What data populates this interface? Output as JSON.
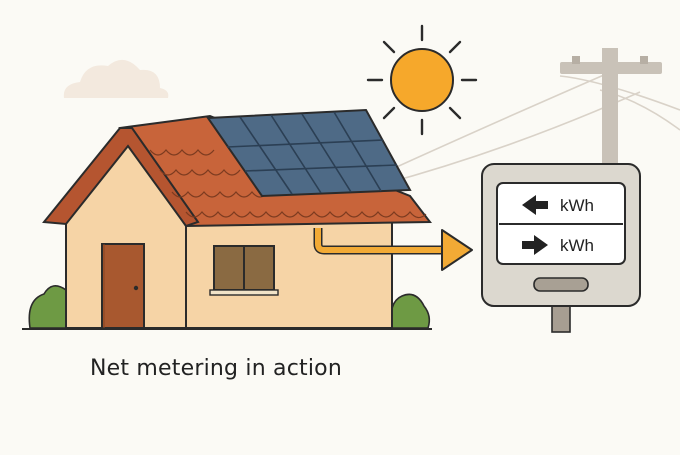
{
  "caption": "Net metering in action",
  "meter": {
    "import_label": "kWh",
    "export_label": "kWh",
    "import_arrow_icon": "arrow-left-icon",
    "export_arrow_icon": "arrow-right-icon"
  },
  "colors": {
    "background": "#fbfaf5",
    "wall": "#f6d4a6",
    "roof": "#c8643a",
    "solar_panel": "#4e6a86",
    "sun": "#f6a82b",
    "flow_arrow": "#f2aa35",
    "door": "#a8582f",
    "bush": "#6e9a44",
    "meter_box": "#dcd8cf",
    "pole": "#c8c1b6"
  }
}
